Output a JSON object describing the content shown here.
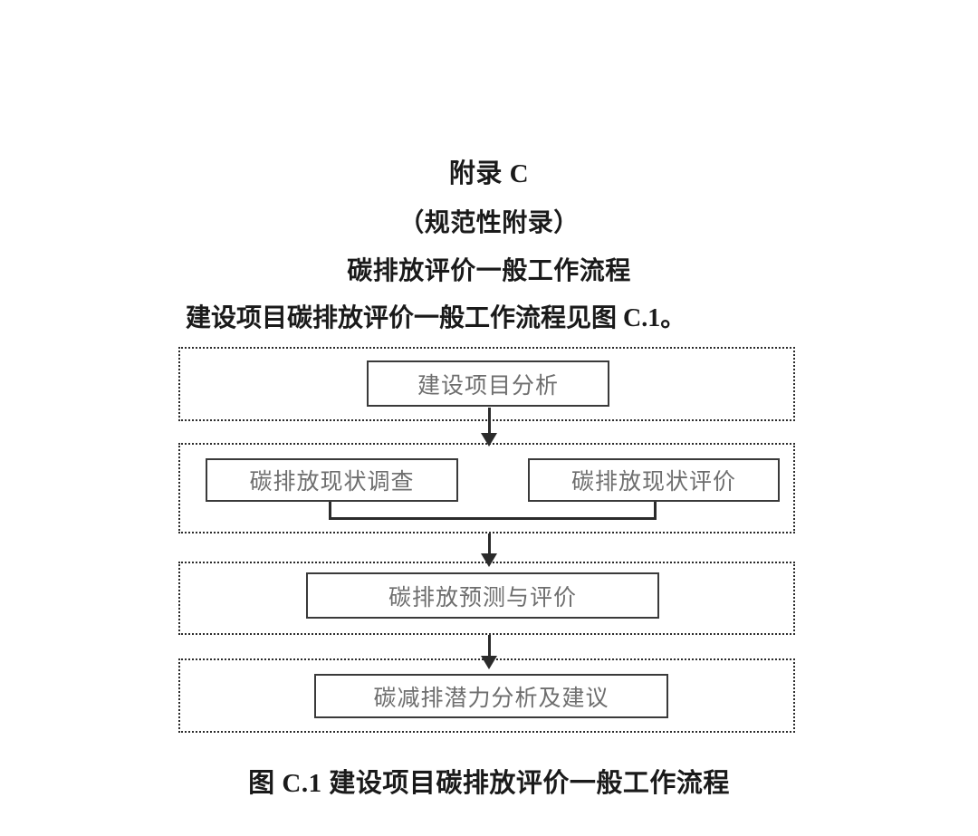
{
  "document": {
    "appendix_title": "附录 C",
    "appendix_subtitle": "（规范性附录）",
    "appendix_heading": "碳排放评价一般工作流程",
    "intro_paragraph": "建设项目碳排放评价一般工作流程见图 C.1。",
    "figure_caption": "图 C.1  建设项目碳排放评价一般工作流程"
  },
  "flowchart": {
    "stages": [
      {
        "id": "stage-1",
        "nodes": [
          {
            "id": "node-project-analysis",
            "label": "建设项目分析"
          }
        ]
      },
      {
        "id": "stage-2",
        "nodes": [
          {
            "id": "node-status-survey",
            "label": "碳排放现状调查"
          },
          {
            "id": "node-status-evaluation",
            "label": "碳排放现状评价"
          }
        ]
      },
      {
        "id": "stage-3",
        "nodes": [
          {
            "id": "node-forecast-eval",
            "label": "碳排放预测与评价"
          }
        ]
      },
      {
        "id": "stage-4",
        "nodes": [
          {
            "id": "node-reduction-advice",
            "label": "碳减排潜力分析及建议"
          }
        ]
      }
    ],
    "connectors": [
      {
        "id": "conn-a1",
        "kind": "arrow-down",
        "from": "node-project-analysis",
        "to": "stage-2"
      },
      {
        "id": "conn-b",
        "kind": "merge-bar",
        "from": [
          "node-status-survey",
          "node-status-evaluation"
        ],
        "to": "node-forecast-eval"
      },
      {
        "id": "conn-a2",
        "kind": "arrow-down",
        "from": "stage-2",
        "to": "node-forecast-eval"
      },
      {
        "id": "conn-a3",
        "kind": "arrow-down",
        "from": "node-forecast-eval",
        "to": "node-reduction-advice"
      }
    ],
    "colors": {
      "node_border": "#3a3a3a",
      "node_text": "#6e6e6e",
      "stage_border": "#2b2b2b",
      "connector": "#2b2b2b",
      "page_background": "#ffffff",
      "heading_text": "#1a1a1a"
    }
  }
}
